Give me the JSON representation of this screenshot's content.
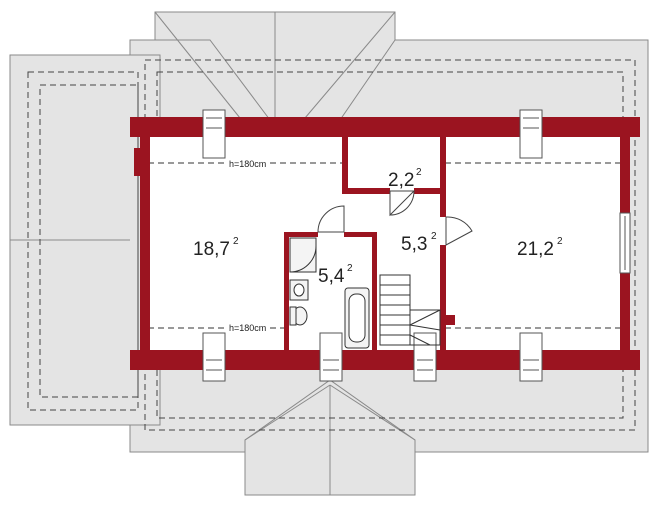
{
  "colors": {
    "wall": "#9b1420",
    "roof": "#e4e4e4",
    "roof_line": "#8a8a8a",
    "interior": "#ffffff",
    "bathroom_wall": "#b01a28"
  },
  "rooms": [
    {
      "id": "room-left",
      "area": "18,7",
      "sup": "2"
    },
    {
      "id": "room-right",
      "area": "21,2",
      "sup": "2"
    },
    {
      "id": "room-small",
      "area": "2,2",
      "sup": "2"
    },
    {
      "id": "room-hall",
      "area": "5,3",
      "sup": "2"
    },
    {
      "id": "room-bath",
      "area": "5,4",
      "sup": "2"
    }
  ],
  "height_labels": {
    "top": "h=180cm",
    "bottom": "h=180cm"
  }
}
